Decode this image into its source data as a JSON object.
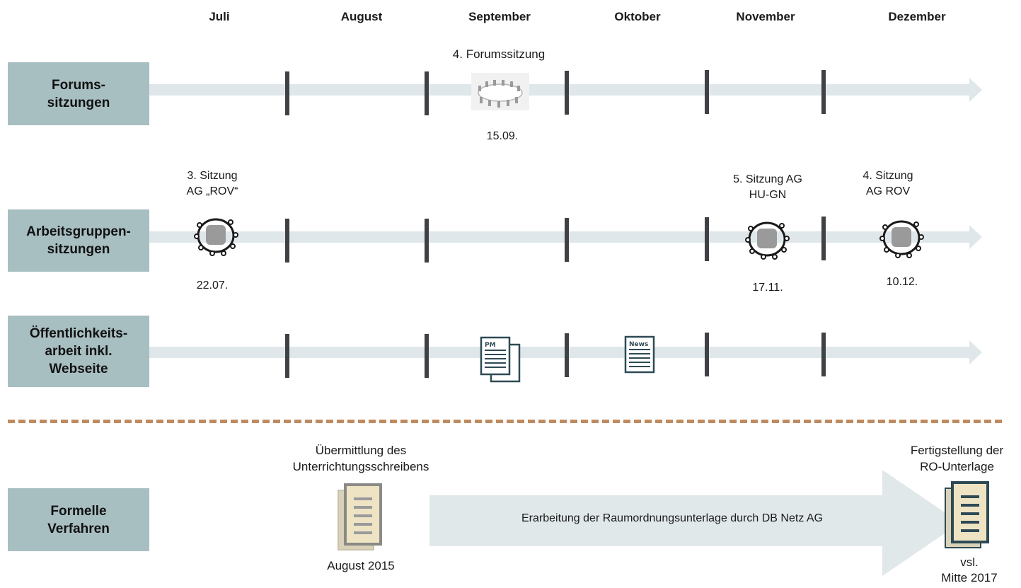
{
  "months": [
    "Juli",
    "August",
    "September",
    "Oktober",
    "November",
    "Dezember"
  ],
  "rows": {
    "forum": {
      "label": "Forums-\nsitzungen"
    },
    "ag": {
      "label": "Arbeitsgruppen-\nsitzungen"
    },
    "oeff": {
      "label": "Öffentlichkeits-\narbeit inkl.\nWebseite"
    },
    "formell": {
      "label": "Formelle\nVerfahren"
    }
  },
  "events": {
    "forum_title": "4. Forumssitzung",
    "forum_date": "15.09.",
    "ag1_title": "3. Sitzung\nAG „ROV“",
    "ag1_date": "22.07.",
    "ag2_title": "5. Sitzung AG\nHU-GN",
    "ag2_date": "17.11.",
    "ag3_title": "4. Sitzung\nAG ROV",
    "ag3_date": "10.12.",
    "pm_label": "PM",
    "news_label": "News"
  },
  "formal": {
    "start_title": "Übermittlung des\nUnterrichtungsschreibens",
    "start_date": "August 2015",
    "process": "Erarbeitung der Raumordnungsunterlage durch DB Netz AG",
    "end_title": "Fertigstellung der\nRO-Unterlage",
    "end_date": "vsl.\nMitte 2017"
  },
  "colors": {
    "label_bg": "#a8bfc2",
    "track": "#dfe7ea",
    "tick": "#3f4144",
    "divider": "#c08a5f",
    "doc_accent": "#2e4a55"
  }
}
